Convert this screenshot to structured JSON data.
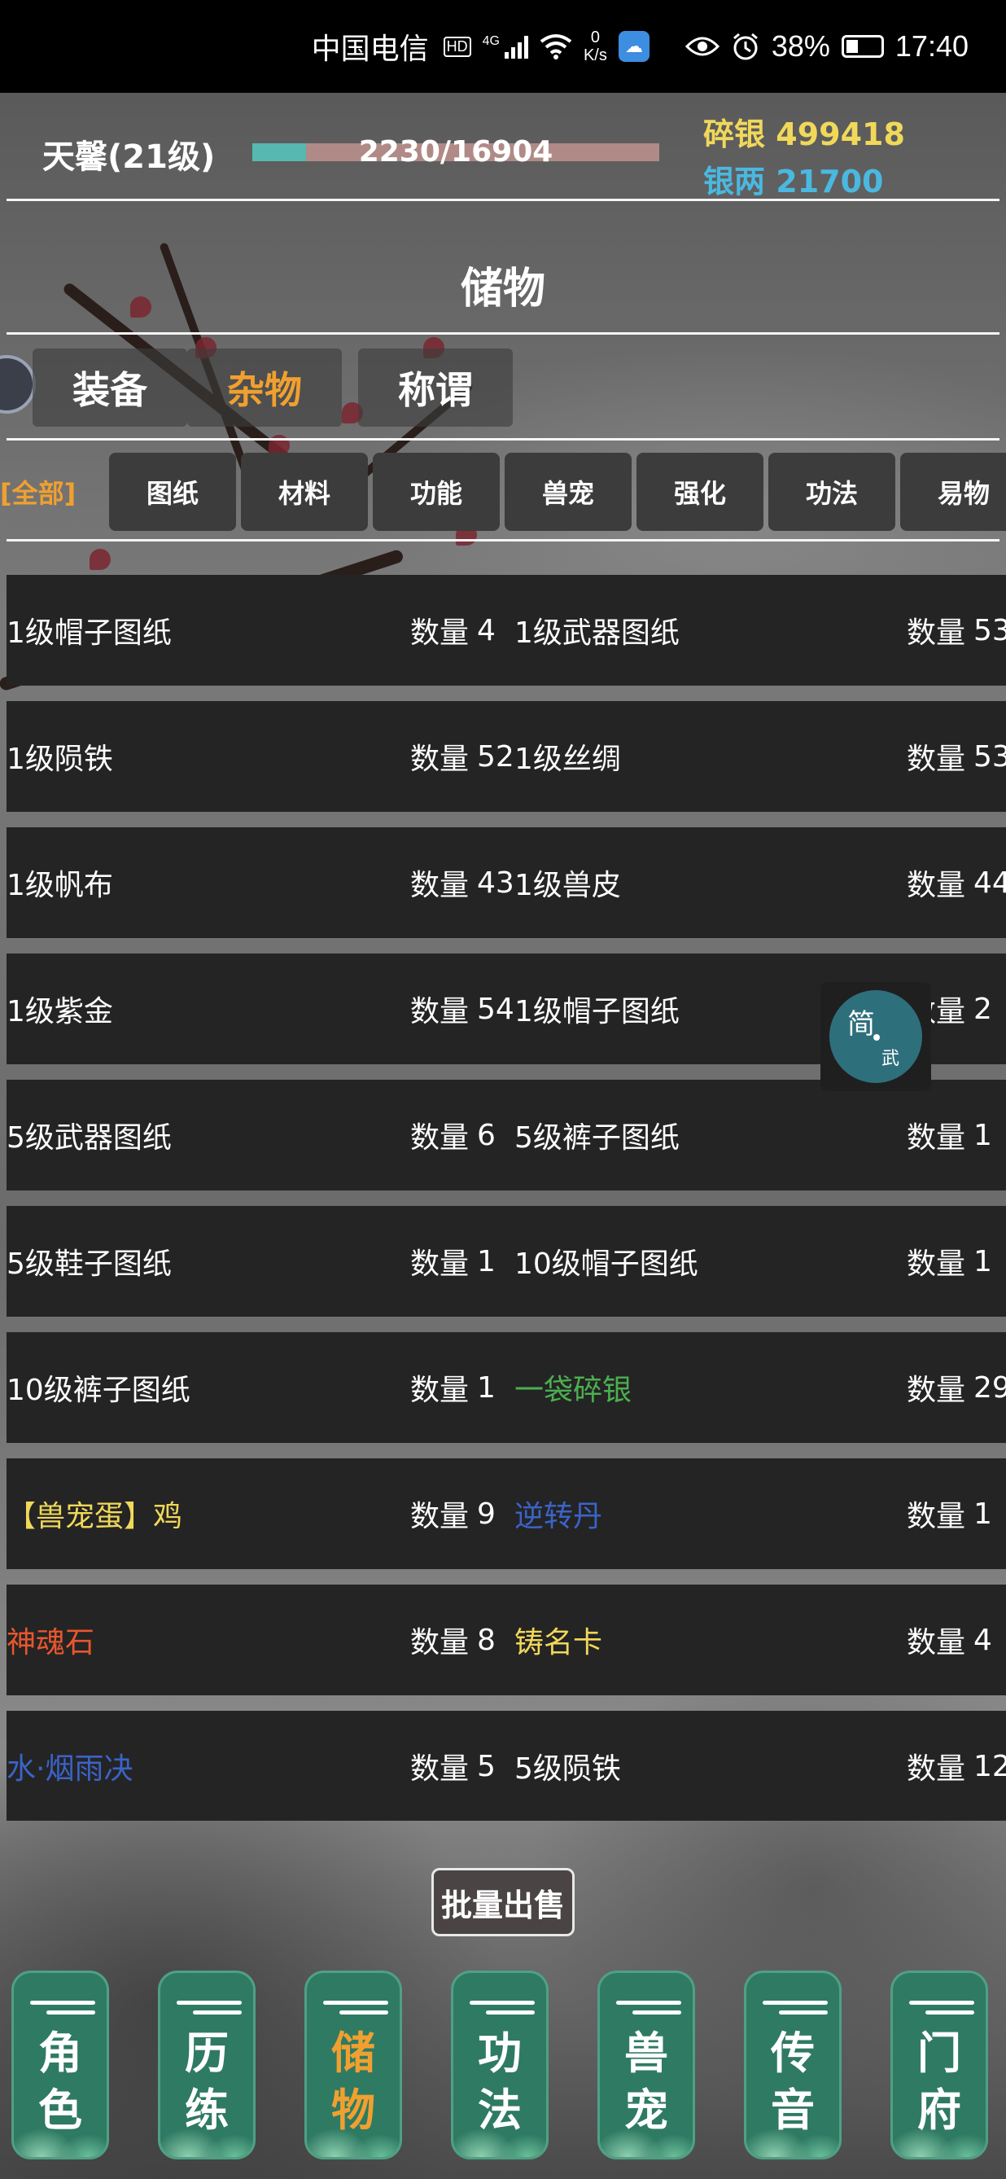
{
  "status_bar": {
    "carrier": "中国电信",
    "hd": "HD",
    "network": "4G",
    "speed_value": "0",
    "speed_unit": "K/s",
    "battery": "38%",
    "time": "17:40"
  },
  "header": {
    "player_name": "天馨(21级)",
    "exp_text": "2230/16904",
    "exp_fraction": 0.132,
    "silver_label": "碎银",
    "silver_value": "499418",
    "tael_label": "银两",
    "tael_value": "21700"
  },
  "page_title": "储物",
  "tabs": [
    {
      "label": "装备"
    },
    {
      "label": "杂物",
      "active": true
    },
    {
      "label": "称谓"
    }
  ],
  "filters": [
    {
      "label": "[全部]",
      "active": true
    },
    {
      "label": "图纸"
    },
    {
      "label": "材料"
    },
    {
      "label": "功能"
    },
    {
      "label": "兽宠"
    },
    {
      "label": "强化"
    },
    {
      "label": "功法"
    },
    {
      "label": "易物"
    }
  ],
  "qty_label": "数量",
  "items": [
    [
      {
        "name": "1级帽子图纸",
        "qty": "4",
        "color": "#ffffff"
      },
      {
        "name": "1级武器图纸",
        "qty": "53",
        "color": "#ffffff"
      }
    ],
    [
      {
        "name": "1级陨铁",
        "qty": "52",
        "color": "#ffffff"
      },
      {
        "name": "1级丝绸",
        "qty": "53",
        "color": "#ffffff"
      }
    ],
    [
      {
        "name": "1级帆布",
        "qty": "43",
        "color": "#ffffff"
      },
      {
        "name": "1级兽皮",
        "qty": "44",
        "color": "#ffffff"
      }
    ],
    [
      {
        "name": "1级紫金",
        "qty": "54",
        "color": "#ffffff"
      },
      {
        "name": "1级帽子图纸",
        "qty": "2",
        "color": "#ffffff"
      }
    ],
    [
      {
        "name": "5级武器图纸",
        "qty": "6",
        "color": "#ffffff"
      },
      {
        "name": "5级裤子图纸",
        "qty": "1",
        "color": "#ffffff"
      }
    ],
    [
      {
        "name": "5级鞋子图纸",
        "qty": "1",
        "color": "#ffffff"
      },
      {
        "name": "10级帽子图纸",
        "qty": "1",
        "color": "#ffffff"
      }
    ],
    [
      {
        "name": "10级裤子图纸",
        "qty": "1",
        "color": "#ffffff"
      },
      {
        "name": "一袋碎银",
        "qty": "29",
        "color": "#4caf50"
      }
    ],
    [
      {
        "name": "【兽宠蛋】鸡",
        "qty": "9",
        "color": "#f0d85a"
      },
      {
        "name": "逆转丹",
        "qty": "1",
        "color": "#3b63c8"
      }
    ],
    [
      {
        "name": "神魂石",
        "qty": "8",
        "color": "#e8562e"
      },
      {
        "name": "铸名卡",
        "qty": "4",
        "color": "#f0d85a"
      }
    ],
    [
      {
        "name": "水·烟雨决",
        "qty": "5",
        "color": "#3b63c8"
      },
      {
        "name": "5级陨铁",
        "qty": "12",
        "color": "#ffffff"
      }
    ]
  ],
  "sell_button": "批量出售",
  "float_badge": {
    "char1": "简",
    "char2": "武"
  },
  "bottom_nav": [
    {
      "line1": "角",
      "line2": "色"
    },
    {
      "line1": "历",
      "line2": "练"
    },
    {
      "line1": "储",
      "line2": "物",
      "active": true
    },
    {
      "line1": "功",
      "line2": "法"
    },
    {
      "line1": "兽",
      "line2": "宠"
    },
    {
      "line1": "传",
      "line2": "音"
    },
    {
      "line1": "门",
      "line2": "府"
    }
  ]
}
